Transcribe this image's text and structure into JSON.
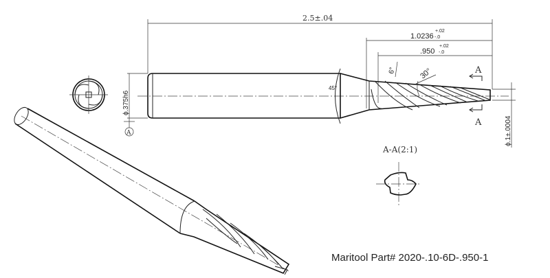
{
  "dimensions": {
    "overall_length": "2.5±.04",
    "flute_reach": "1.0236",
    "flute_reach_tol_plus": "+.02",
    "flute_reach_tol_minus": "-.0",
    "flute_length": ".950",
    "flute_length_tol_plus": "+.02",
    "flute_length_tol_minus": "-.0",
    "taper_angle": "6°",
    "helix_angle": "30°",
    "chamfer_angle": "45°",
    "tip_diameter": "ϕ.1±.0004",
    "shank_diameter": "ϕ.375h6"
  },
  "section_marker": "A",
  "datum_label": "A",
  "section_label": "A-A(2:1)",
  "part_number": "Maritool Part# 2020-.10-6D-.950-1"
}
